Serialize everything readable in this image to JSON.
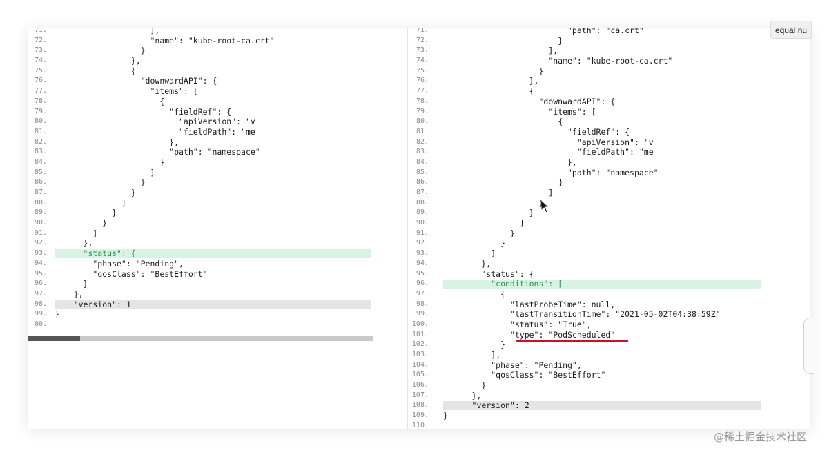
{
  "left_pane": {
    "lines": [
      {
        "n": "71.",
        "t": "                    ],"
      },
      {
        "n": "72.",
        "t": "                    \"name\": \"kube-root-ca.crt\""
      },
      {
        "n": "73.",
        "t": "                  }"
      },
      {
        "n": "74.",
        "t": "                },"
      },
      {
        "n": "75.",
        "t": "                {"
      },
      {
        "n": "76.",
        "t": "                  \"downwardAPI\": {"
      },
      {
        "n": "77.",
        "t": "                    \"items\": ["
      },
      {
        "n": "78.",
        "t": "                      {"
      },
      {
        "n": "79.",
        "t": "                        \"fieldRef\": {"
      },
      {
        "n": "80.",
        "t": "                          \"apiVersion\": \"v"
      },
      {
        "n": "81.",
        "t": "                          \"fieldPath\": \"me"
      },
      {
        "n": "82.",
        "t": "                        },"
      },
      {
        "n": "83.",
        "t": "                        \"path\": \"namespace\""
      },
      {
        "n": "84.",
        "t": "                      }"
      },
      {
        "n": "85.",
        "t": "                    ]"
      },
      {
        "n": "86.",
        "t": "                  }"
      },
      {
        "n": "87.",
        "t": "                }"
      },
      {
        "n": "88.",
        "t": "              ]"
      },
      {
        "n": "89.",
        "t": "            }"
      },
      {
        "n": "90.",
        "t": "          }"
      },
      {
        "n": "91.",
        "t": "        ]"
      },
      {
        "n": "92.",
        "t": "      },"
      },
      {
        "n": "93.",
        "t": "      \"status\": {",
        "hl": "added"
      },
      {
        "n": "94.",
        "t": "        \"phase\": \"Pending\","
      },
      {
        "n": "95.",
        "t": "        \"qosClass\": \"BestEffort\""
      },
      {
        "n": "96.",
        "t": "      }"
      },
      {
        "n": "97.",
        "t": "    },"
      },
      {
        "n": "98.",
        "t": "    \"version\": 1",
        "hl": "changed"
      },
      {
        "n": "99.",
        "t": "}"
      },
      {
        "n": "00.",
        "t": ""
      }
    ]
  },
  "right_pane": {
    "lines": [
      {
        "n": "71.",
        "t": "                          \"path\": \"ca.crt\""
      },
      {
        "n": "72.",
        "t": "                        }"
      },
      {
        "n": "73.",
        "t": "                      ],"
      },
      {
        "n": "74.",
        "t": "                      \"name\": \"kube-root-ca.crt\""
      },
      {
        "n": "75.",
        "t": "                    }"
      },
      {
        "n": "76.",
        "t": "                  },"
      },
      {
        "n": "77.",
        "t": "                  {"
      },
      {
        "n": "78.",
        "t": "                    \"downwardAPI\": {"
      },
      {
        "n": "79.",
        "t": "                      \"items\": ["
      },
      {
        "n": "80.",
        "t": "                        {"
      },
      {
        "n": "81.",
        "t": "                          \"fieldRef\": {"
      },
      {
        "n": "82.",
        "t": "                            \"apiVersion\": \"v"
      },
      {
        "n": "83.",
        "t": "                            \"fieldPath\": \"me"
      },
      {
        "n": "84.",
        "t": "                          },"
      },
      {
        "n": "85.",
        "t": "                          \"path\": \"namespace\""
      },
      {
        "n": "86.",
        "t": "                        }"
      },
      {
        "n": "87.",
        "t": "                      ]"
      },
      {
        "n": "88.",
        "t": "                    }"
      },
      {
        "n": "89.",
        "t": "                  }"
      },
      {
        "n": "90.",
        "t": "                ]"
      },
      {
        "n": "91.",
        "t": "              }"
      },
      {
        "n": "92.",
        "t": "            }"
      },
      {
        "n": "93.",
        "t": "          ]"
      },
      {
        "n": "94.",
        "t": "        },"
      },
      {
        "n": "95.",
        "t": "        \"status\": {"
      },
      {
        "n": "96.",
        "t": "          \"conditions\": [",
        "hl": "added"
      },
      {
        "n": "97.",
        "t": "            {"
      },
      {
        "n": "98.",
        "t": "              \"lastProbeTime\": null,"
      },
      {
        "n": "99.",
        "t": "              \"lastTransitionTime\": \"2021-05-02T04:38:59Z\""
      },
      {
        "n": "100.",
        "t": "              \"status\": \"True\","
      },
      {
        "n": "101.",
        "t": "              \"type\": \"PodScheduled\""
      },
      {
        "n": "102.",
        "t": "            }"
      },
      {
        "n": "103.",
        "t": "          ],"
      },
      {
        "n": "104.",
        "t": "          \"phase\": \"Pending\","
      },
      {
        "n": "105.",
        "t": "          \"qosClass\": \"BestEffort\""
      },
      {
        "n": "106.",
        "t": "        }"
      },
      {
        "n": "107.",
        "t": "      },"
      },
      {
        "n": "108.",
        "t": "      \"version\": 2",
        "hl": "changed"
      },
      {
        "n": "109.",
        "t": "}"
      },
      {
        "n": "110.",
        "t": ""
      }
    ]
  },
  "tooltip": {
    "text": "equal nu"
  },
  "watermark": {
    "text": "@稀土掘金技术社区"
  },
  "colors": {
    "added_bg": "#d8f3e3",
    "changed_bg": "#e4e4e6",
    "added_text": "#1f9a4a",
    "underline": "#c8102e"
  },
  "icons": {
    "cursor": "mouse-pointer-icon"
  }
}
